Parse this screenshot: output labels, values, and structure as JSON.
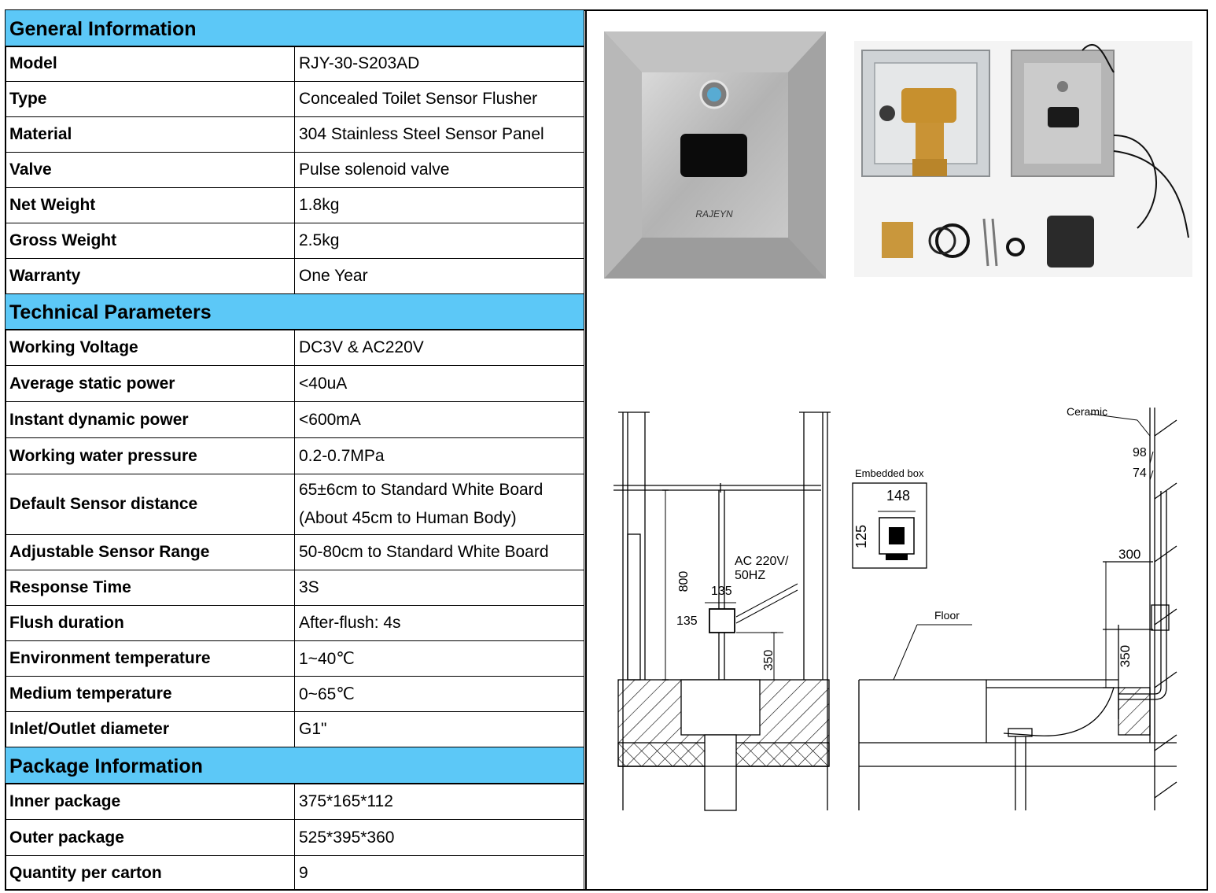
{
  "sections": [
    {
      "title": "General Information",
      "rows": [
        {
          "key": "Model",
          "value": "RJY-30-S203AD"
        },
        {
          "key": "Type",
          "value": "Concealed Toilet Sensor Flusher"
        },
        {
          "key": "Material",
          "value": "304 Stainless Steel Sensor Panel"
        },
        {
          "key": "Valve",
          "value": "Pulse solenoid valve"
        },
        {
          "key": "Net Weight",
          "value": "1.8kg"
        },
        {
          "key": "Gross Weight",
          "value": "2.5kg"
        },
        {
          "key": "Warranty",
          "value": "One Year"
        }
      ]
    },
    {
      "title": "Technical Parameters",
      "rows": [
        {
          "key": "Working Voltage",
          "value": "DC3V & AC220V"
        },
        {
          "key": "Average static power",
          "value": "<40uA"
        },
        {
          "key": "Instant dynamic power",
          "value": "<600mA"
        },
        {
          "key": "Working water pressure",
          "value": "0.2-0.7MPa"
        },
        {
          "key": "Default Sensor distance",
          "value": "65±6cm to Standard White Board",
          "value2": "(About 45cm to Human Body)"
        },
        {
          "key": "Adjustable Sensor Range",
          "value": "50-80cm to Standard White Board"
        },
        {
          "key": "Response Time",
          "value": "3S"
        },
        {
          "key": "Flush duration",
          "value": "After-flush: 4s"
        },
        {
          "key": "Environment temperature",
          "value": "1~40℃"
        },
        {
          "key": "Medium temperature",
          "value": "0~65℃"
        },
        {
          "key": "Inlet/Outlet diameter",
          "value": "G1\""
        }
      ]
    },
    {
      "title": "Package Information",
      "rows": [
        {
          "key": "Inner package",
          "value": "375*165*112"
        },
        {
          "key": "Outer package",
          "value": "525*395*360"
        },
        {
          "key": "Quantity per carton",
          "value": "9"
        }
      ]
    }
  ],
  "product": {
    "brand": "RAJEYN"
  },
  "drawing": {
    "embedded_box": "Embedded box",
    "box_w": "148",
    "box_h": "125",
    "power_line1": "AC 220V/",
    "power_line2": "50HZ",
    "dim_800": "800",
    "dim_135_top": "135",
    "dim_135_side": "135",
    "dim_350_left": "350",
    "floor": "Floor",
    "ceramic": "Ceramic",
    "dim_98": "98",
    "dim_74": "74",
    "dim_300": "300",
    "dim_350_right": "350"
  }
}
